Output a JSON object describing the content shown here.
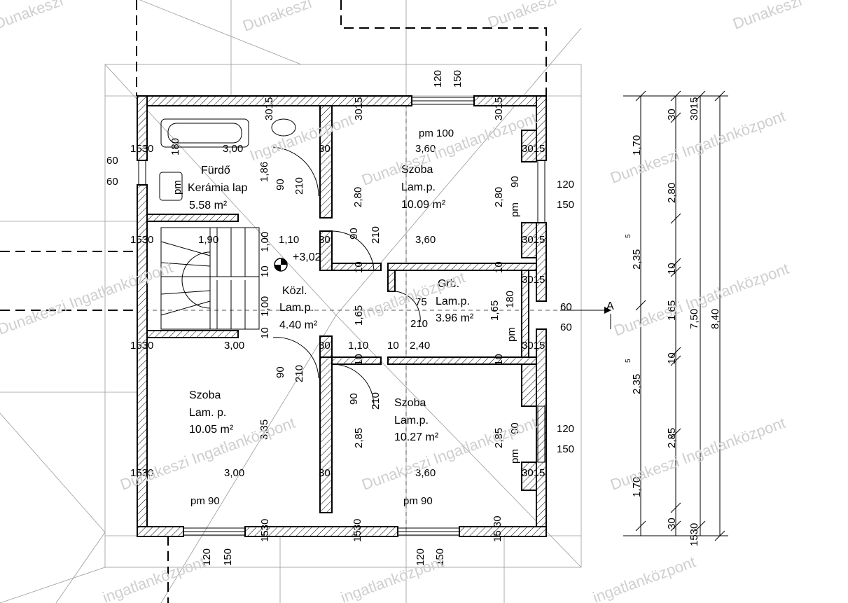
{
  "watermarks": {
    "dunakeszi": "Dunakeszi",
    "dunakeszi_ingatlan": "Dunakeszi Ingatlanközpont",
    "ingatlan": "Ingatlanközpont",
    "ingatlankozpont_lower": "ingatlanközpont"
  },
  "rooms": {
    "furdo": {
      "name": "Fürdő",
      "floor": "Kerámia lap",
      "area": "5.58 m²"
    },
    "szoba_ne": {
      "name": "Szoba",
      "floor": "Lam.p.",
      "area": "10.09 m²"
    },
    "kozl": {
      "name": "Közl.",
      "floor": "Lam.p.",
      "area": "4.40 m²"
    },
    "grb": {
      "name": "Grb.",
      "floor": "Lam.p.",
      "area": "3.96 m²"
    },
    "szoba_sw": {
      "name": "Szoba",
      "floor": "Lam. p.",
      "area": "10.05 m²"
    },
    "szoba_se": {
      "name": "Szoba",
      "floor": "Lam.p.",
      "area": "10.27 m²"
    }
  },
  "level": "+3,02",
  "section_mark": "A",
  "dims": {
    "d120": "120",
    "d150": "150",
    "d30": "30",
    "d15": "15",
    "d3015": "3015",
    "d1530": "1530",
    "d15_30": "15 30",
    "d60": "60",
    "d90": "90",
    "d100": "100",
    "d10": "10",
    "d75": "75",
    "d180": "180",
    "d210": "210",
    "d1_00": "1,00",
    "d1_10": "1,10",
    "d1_65": "1,65",
    "d1_70": "1,70",
    "d1_86": "1,86",
    "d1_90": "1,90",
    "d2_35": "2,35",
    "d2_40": "2,40",
    "d2_80": "2,80",
    "d2_85": "2,85",
    "d3_00": "3,00",
    "d3_35": "3,35",
    "d3_60": "3,60",
    "d7_50": "7,50",
    "d8_40": "8,40",
    "sup5": "5",
    "pm": "pm",
    "pm90": "pm  90",
    "pm100": "pm  100",
    "pm180": "pm  180"
  }
}
